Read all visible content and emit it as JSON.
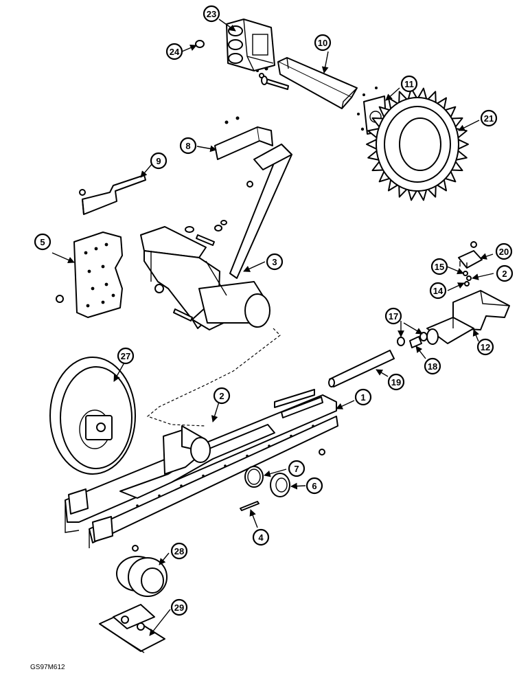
{
  "figure_code": "GS97M612",
  "callouts": [
    "23",
    "24",
    "10",
    "11",
    "21",
    "8",
    "9",
    "5",
    "3",
    "20",
    "15",
    "2",
    "14",
    "17",
    "12",
    "18",
    "27",
    "2",
    "19",
    "1",
    "7",
    "6",
    "4",
    "28",
    "29"
  ]
}
